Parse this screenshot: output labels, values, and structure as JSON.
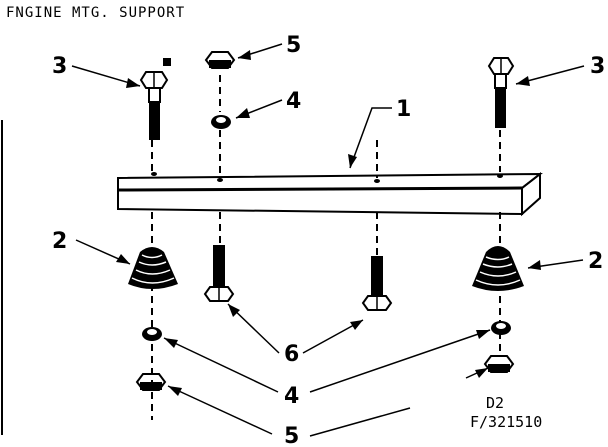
{
  "title": "FNGINE MTG. SUPPORT",
  "callouts": {
    "bracket": "1",
    "isolator_left": "2",
    "isolator_right": "2",
    "bolt_left": "3",
    "bolt_right": "3",
    "washer_top": "4",
    "washer_bottom": "4",
    "nut_top": "5",
    "nut_bottom": "5",
    "stud_bolts": "6"
  },
  "drawing_code": {
    "line1": "D2",
    "line2": "F/321510"
  }
}
